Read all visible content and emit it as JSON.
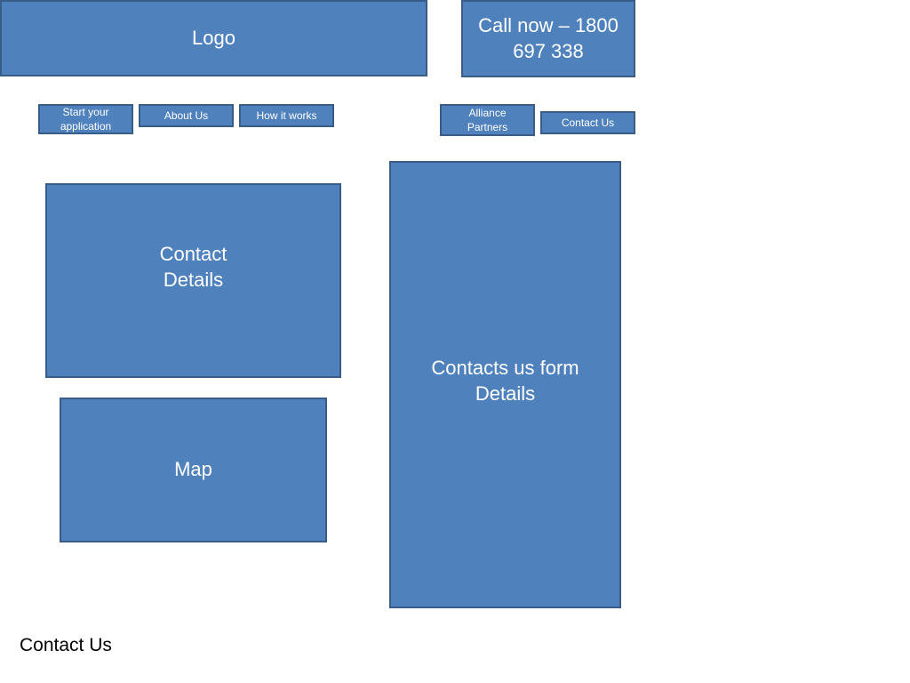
{
  "header": {
    "logo": "Logo",
    "call": "Call now – 1800\n697 338"
  },
  "nav": {
    "start": "Start your\napplication",
    "about": "About Us",
    "how": "How it works",
    "alliance": "Alliance\nPartners",
    "contact": "Contact Us"
  },
  "main": {
    "contact_details": "Contact\nDetails",
    "map": "Map",
    "form": "Contacts us form\nDetails"
  },
  "caption": "Contact Us",
  "colors": {
    "block_fill": "#4f81bd",
    "block_border": "#385d8a",
    "text_light": "#ffffff"
  }
}
